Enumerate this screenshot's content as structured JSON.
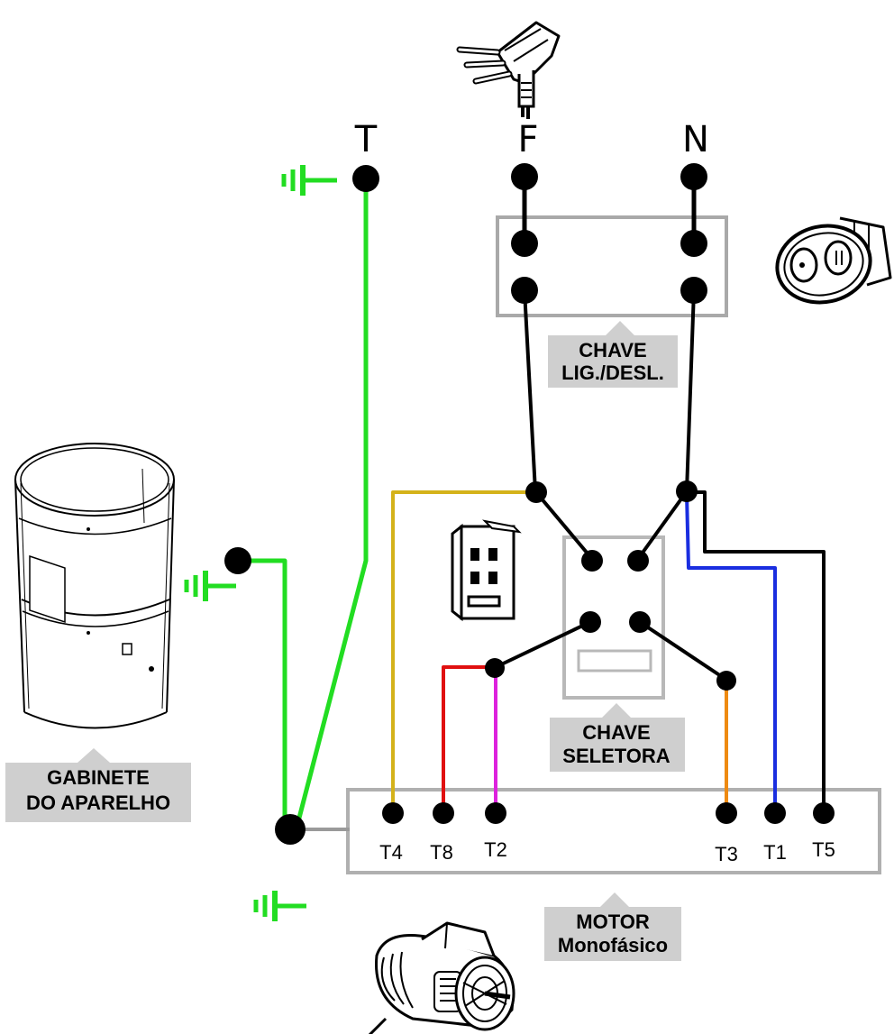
{
  "plug_terminals": {
    "t": "T",
    "f": "F",
    "n": "N"
  },
  "switch_onoff": {
    "line1": "CHAVE",
    "line2": "LIG./DESL."
  },
  "switch_selector": {
    "line1": "CHAVE",
    "line2": "SELETORA"
  },
  "cabinet": {
    "line1": "GABINETE",
    "line2": "DO APARELHO"
  },
  "motor": {
    "line1": "MOTOR",
    "line2": "Monofásico"
  },
  "motor_terminals": {
    "t4": "T4",
    "t8": "T8",
    "t2": "T2",
    "t3": "T3",
    "t1": "T1",
    "t5": "T5"
  },
  "colors": {
    "ground": "#22dd22",
    "phase": "#000000",
    "neutral": "#000000",
    "t4_wire": "#d4b21a",
    "t8_wire": "#e01010",
    "t2_wire": "#dd22dd",
    "t3_wire": "#ee8a12",
    "t1_wire": "#1a2ee0",
    "t5_wire": "#000000",
    "box_outline": "#a9a9a9"
  }
}
